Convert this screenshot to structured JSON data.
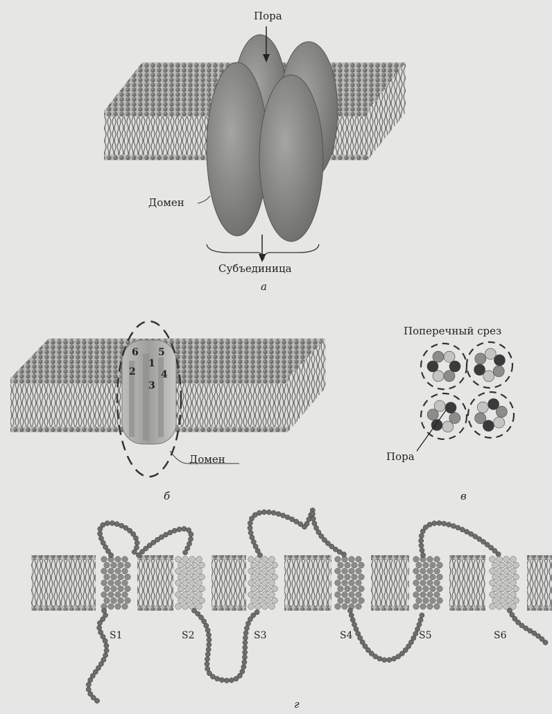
{
  "labels": {
    "pore_a": "Пора",
    "domain_a": "Домен",
    "subunit": "Субъединица",
    "panel_a": "а",
    "domain_b": "Домен",
    "panel_b": "б",
    "cross_section": "Поперечный срез",
    "pore_c": "Пора",
    "panel_c": "в",
    "panel_d": "г"
  },
  "helix_numbers": [
    "1",
    "2",
    "3",
    "4",
    "5",
    "6"
  ],
  "segments": [
    "S1",
    "S2",
    "S3",
    "S4",
    "S5",
    "S6"
  ],
  "colors": {
    "background": "#e6e6e4",
    "protein_gray": "#8a8a88",
    "lipid_head": "#7d7d7b",
    "dark_bead": "#3a3a3a",
    "mid_bead": "#8c8c8a",
    "light_bead": "#c4c4c2"
  }
}
